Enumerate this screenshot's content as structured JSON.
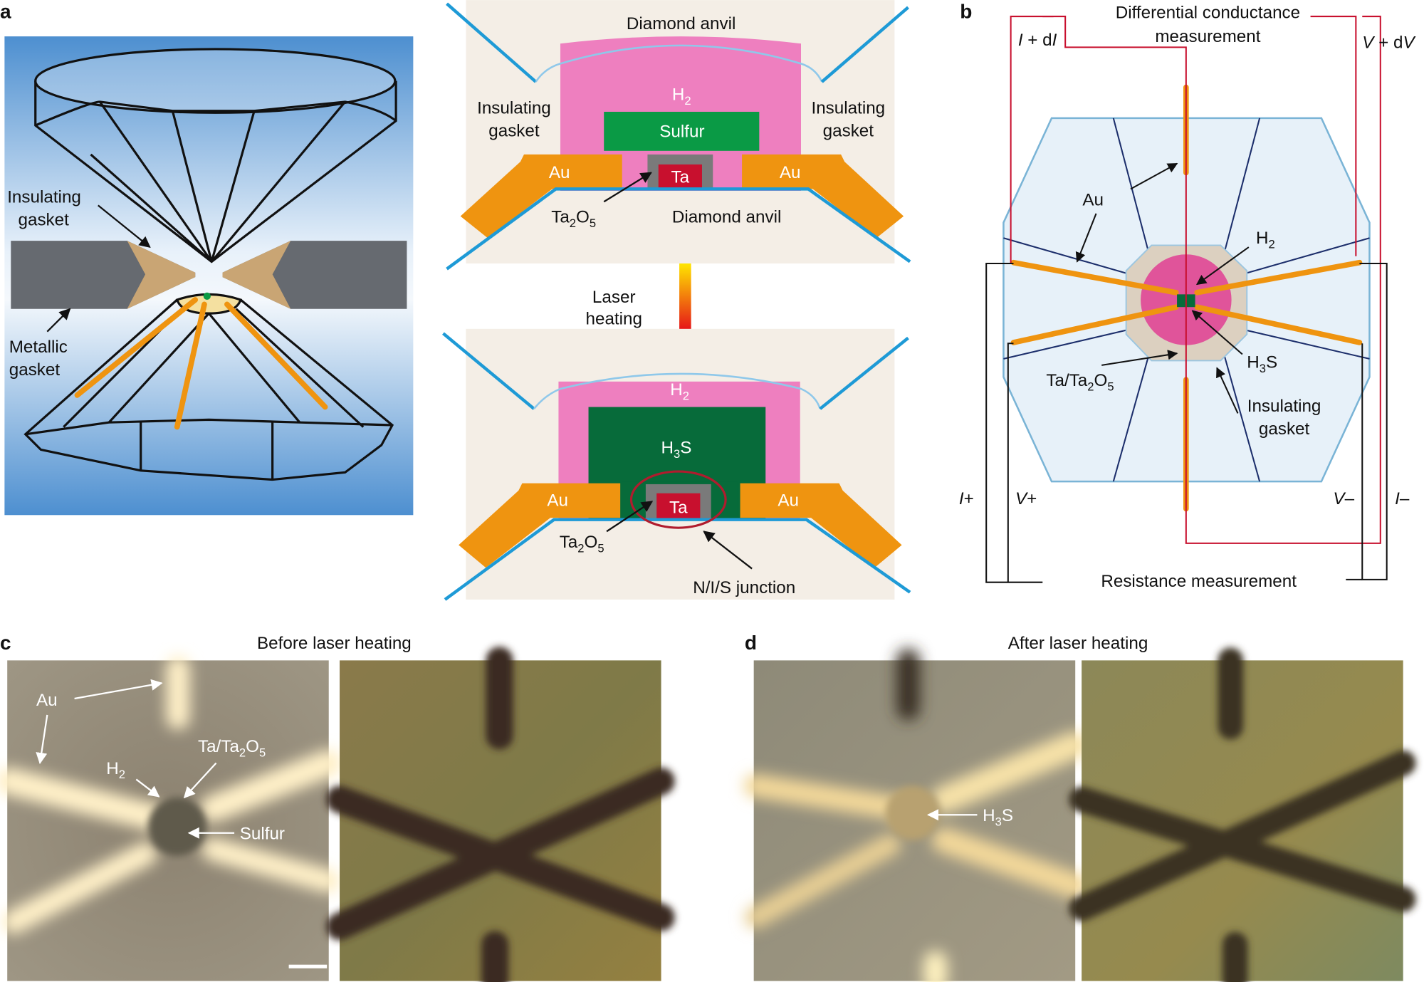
{
  "panel_labels": {
    "a": "a",
    "b": "b",
    "c": "c",
    "d": "d"
  },
  "colors": {
    "pink": "#ee7fbf",
    "sulfur": "#0a9a45",
    "h3s": "#076b3a",
    "au": "#ef9410",
    "ta": "#c8102e",
    "ta2o5": "#7a7a7a",
    "anvil_line": "#1e9ad6",
    "gasket_bg": "#f4eee6",
    "wire_red": "#c8102e"
  },
  "panel_a": {
    "diamond_cell": {
      "insulating_gasket": [
        "Insulating",
        "gasket"
      ],
      "metallic_gasket": [
        "Metallic",
        "gasket"
      ]
    },
    "before": {
      "diamond_anvil_top": "Diamond anvil",
      "insulating_gasket_left": [
        "Insulating",
        "gasket"
      ],
      "insulating_gasket_right": [
        "Insulating",
        "gasket"
      ],
      "h2": [
        "H",
        "2"
      ],
      "sulfur": "Sulfur",
      "au_left": "Au",
      "au_right": "Au",
      "ta": "Ta",
      "ta2o5": [
        "Ta",
        "2",
        "O",
        "5"
      ],
      "diamond_anvil_bottom": "Diamond anvil"
    },
    "laser_heating": [
      "Laser",
      "heating"
    ],
    "after": {
      "h2": [
        "H",
        "2"
      ],
      "h3s": [
        "H",
        "3",
        "S"
      ],
      "au_left": "Au",
      "au_right": "Au",
      "ta": "Ta",
      "ta2o5": [
        "Ta",
        "2",
        "O",
        "5"
      ],
      "nis_junction": "N/I/S junction"
    }
  },
  "panel_b": {
    "title": [
      "Differential conductance",
      "measurement"
    ],
    "i_plus_di": [
      "I",
      " + d",
      "I"
    ],
    "v_plus_dv": [
      "V",
      " + d",
      "V"
    ],
    "au": "Au",
    "h2": [
      "H",
      "2"
    ],
    "h3s": [
      "H",
      "3",
      "S"
    ],
    "ta_ta2o5": [
      "Ta/Ta",
      "2",
      "O",
      "5"
    ],
    "insulating_gasket": [
      "Insulating",
      "gasket"
    ],
    "i_plus": [
      "I",
      "+"
    ],
    "v_plus": [
      "V",
      "+"
    ],
    "v_minus": [
      "V",
      "–"
    ],
    "i_minus": [
      "I",
      "–"
    ],
    "resistance_measurement": "Resistance measurement"
  },
  "panel_c": {
    "title": "Before laser heating",
    "au": "Au",
    "h2": [
      "H",
      "2"
    ],
    "ta_ta2o5": [
      "Ta/Ta",
      "2",
      "O",
      "5"
    ],
    "sulfur": "Sulfur"
  },
  "panel_d": {
    "title": "After laser heating",
    "h3s": [
      "H",
      "3",
      "S"
    ]
  }
}
